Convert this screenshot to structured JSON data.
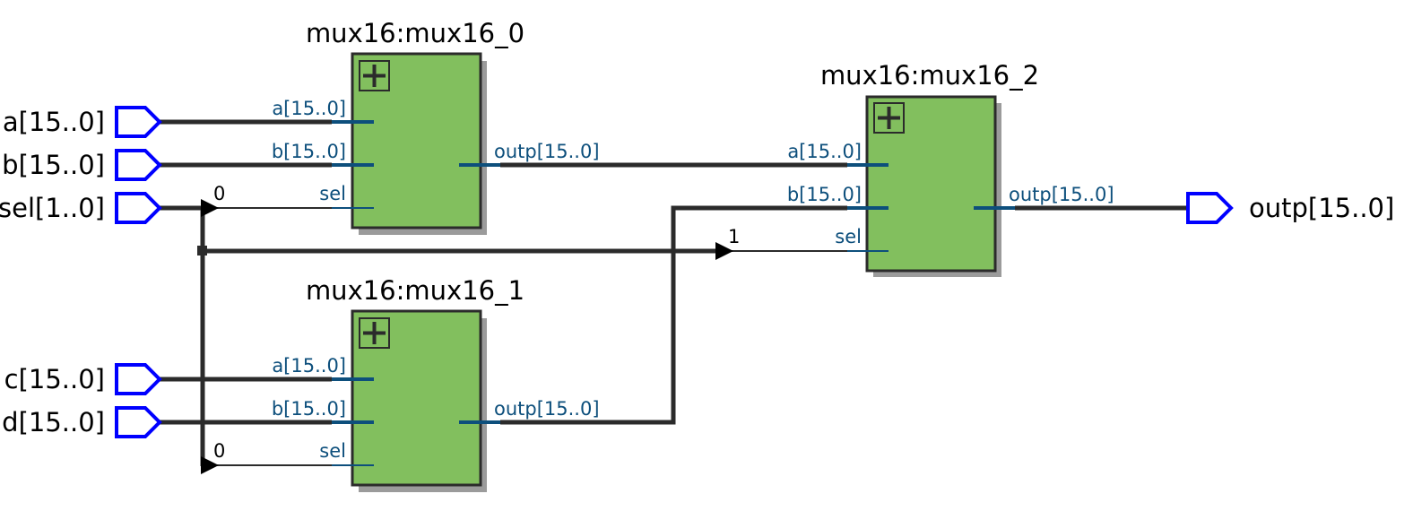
{
  "diagram": {
    "type": "rtl-schematic",
    "colors": {
      "block_fill": "#82bf5e",
      "block_border": "#2b2b2b",
      "block_shadow": "#9b9b9b",
      "bus_wire": "#2b2b2b",
      "port_stub": "#0d4f7c",
      "port_label": "#0d4f7c",
      "pin_outline": "#0000ff",
      "text": "#000000"
    },
    "input_pins": [
      {
        "id": "a",
        "label": "a[15..0]"
      },
      {
        "id": "b",
        "label": "b[15..0]"
      },
      {
        "id": "sel",
        "label": "sel[1..0]"
      },
      {
        "id": "c",
        "label": "c[15..0]"
      },
      {
        "id": "d",
        "label": "d[15..0]"
      }
    ],
    "output_pins": [
      {
        "id": "outp",
        "label": "outp[15..0]"
      }
    ],
    "instances": [
      {
        "id": "mux16_0",
        "title": "mux16:mux16_0",
        "expand_icon": "plus-icon",
        "ports": {
          "a": "a[15..0]",
          "b": "b[15..0]",
          "sel": "sel",
          "outp": "outp[15..0]"
        }
      },
      {
        "id": "mux16_1",
        "title": "mux16:mux16_1",
        "expand_icon": "plus-icon",
        "ports": {
          "a": "a[15..0]",
          "b": "b[15..0]",
          "sel": "sel",
          "outp": "outp[15..0]"
        }
      },
      {
        "id": "mux16_2",
        "title": "mux16:mux16_2",
        "expand_icon": "plus-icon",
        "ports": {
          "a": "a[15..0]",
          "b": "b[15..0]",
          "sel": "sel",
          "outp": "outp[15..0]"
        }
      }
    ],
    "bit_selects": [
      {
        "id": "sel_bit_mux0",
        "label": "0"
      },
      {
        "id": "sel_bit_mux1",
        "label": "0"
      },
      {
        "id": "sel_bit_mux2",
        "label": "1"
      }
    ],
    "connections": [
      {
        "from": "a",
        "to": "mux16_0.a"
      },
      {
        "from": "b",
        "to": "mux16_0.b"
      },
      {
        "from": "sel[0]",
        "to": "mux16_0.sel"
      },
      {
        "from": "c",
        "to": "mux16_1.a"
      },
      {
        "from": "d",
        "to": "mux16_1.b"
      },
      {
        "from": "sel[0]",
        "to": "mux16_1.sel"
      },
      {
        "from": "mux16_0.outp",
        "to": "mux16_2.a"
      },
      {
        "from": "mux16_1.outp",
        "to": "mux16_2.b"
      },
      {
        "from": "sel[1]",
        "to": "mux16_2.sel"
      },
      {
        "from": "mux16_2.outp",
        "to": "outp"
      }
    ]
  }
}
